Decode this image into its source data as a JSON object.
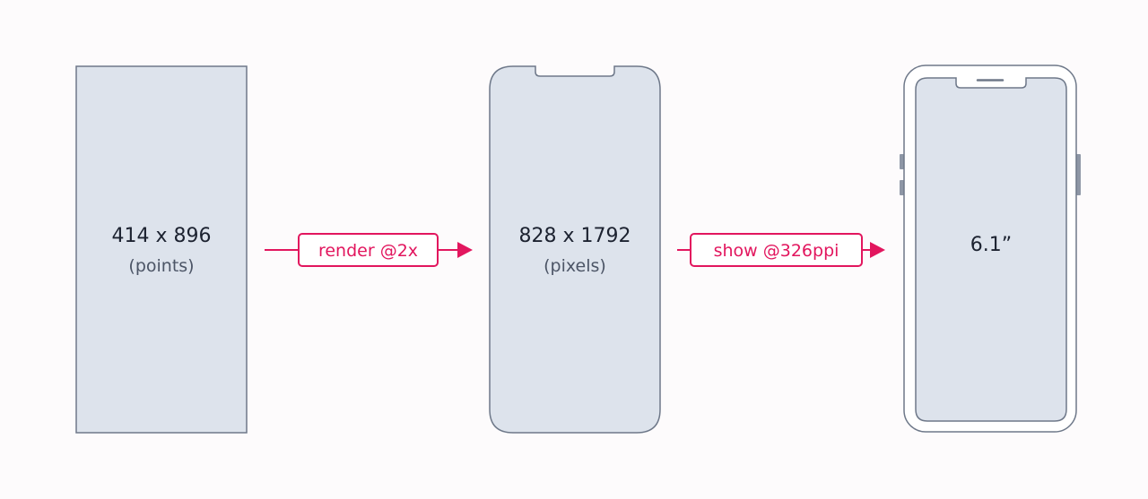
{
  "colors": {
    "background": "#fdfbfc",
    "device_fill": "#dde3ec",
    "device_stroke": "#6e7889",
    "accent": "#e2165e",
    "text_main": "#1c2230",
    "text_sub": "#4c5566"
  },
  "stages": [
    {
      "id": "points",
      "value": "414 x 896",
      "unit": "(points)"
    },
    {
      "id": "pixels",
      "value": "828 x 1792",
      "unit": "(pixels)"
    },
    {
      "id": "physical",
      "value": "6.1”"
    }
  ],
  "transitions": [
    {
      "id": "render",
      "label": "render @2x"
    },
    {
      "id": "show",
      "label": "show @326ppi"
    }
  ]
}
